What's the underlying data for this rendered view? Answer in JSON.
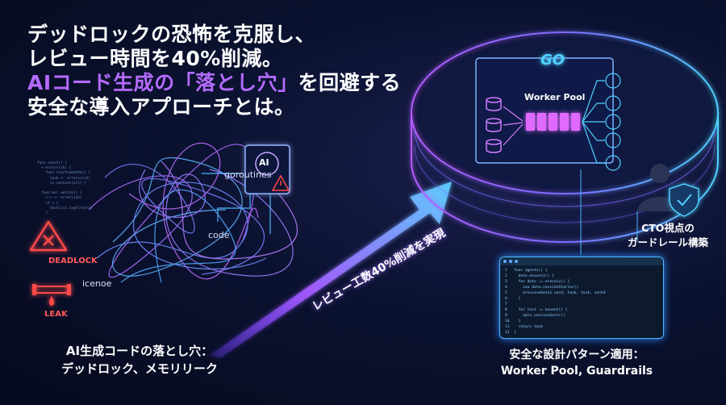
{
  "headline": {
    "line1": "デッドロックの恐怖を克服し、",
    "line2": "レビュー時間を40%削減。",
    "line3_accent": "AIコード生成の「落とし穴」",
    "line3_rest": "を回避する",
    "line4": "安全な導入アプローチとは。"
  },
  "labels": {
    "goroutines": "goroutines",
    "code": "code",
    "icenoe": "icenoe",
    "deadlock": "DEADLOCK",
    "leak": "LEAK",
    "ai_chip": "AI",
    "go_logo": "GO",
    "worker_pool": "Worker Pool"
  },
  "arrow_text": "レビュー工数40%削減を実現",
  "bottom_caption": {
    "line1": "AI生成コードの落とし穴：",
    "line2": "デッドロック、メモリリーク"
  },
  "cto_caption": {
    "line1": "CTO視点の",
    "line2": "ガードレール構築"
  },
  "right_caption": {
    "line1": "安全な設計パターン適用：",
    "line2": "Worker Pool, Guardrails"
  },
  "left_code": "func const() {\n  <-errors(ch) {\n    func startsomethe() {\n      lock <- errorss(ch)\n      cc.context(nil) {\n\n  func ms( worite() {\n    <-c <- errors(ch)\n    if c {\n      textlist.logfilter()\n    }",
  "right_code": "1   func agents() {\n2     doto.ensure(r) {\n3     for doto := ereceiv() {\n4       ioe doto.sessionStartor()\n5       ereceiveSoto1 vocd, task, tosk, sentd\n6     }\n7\n8     for tost := basent() {\n9       aots.sessionSectr()\n10    }\n11    return task\n12  }",
  "colors": {
    "accent_purple": "#b46bff",
    "ring_blue": "#4fb4ff",
    "worker_pink": "#e06bff",
    "warning_red": "#ff4a4a"
  }
}
